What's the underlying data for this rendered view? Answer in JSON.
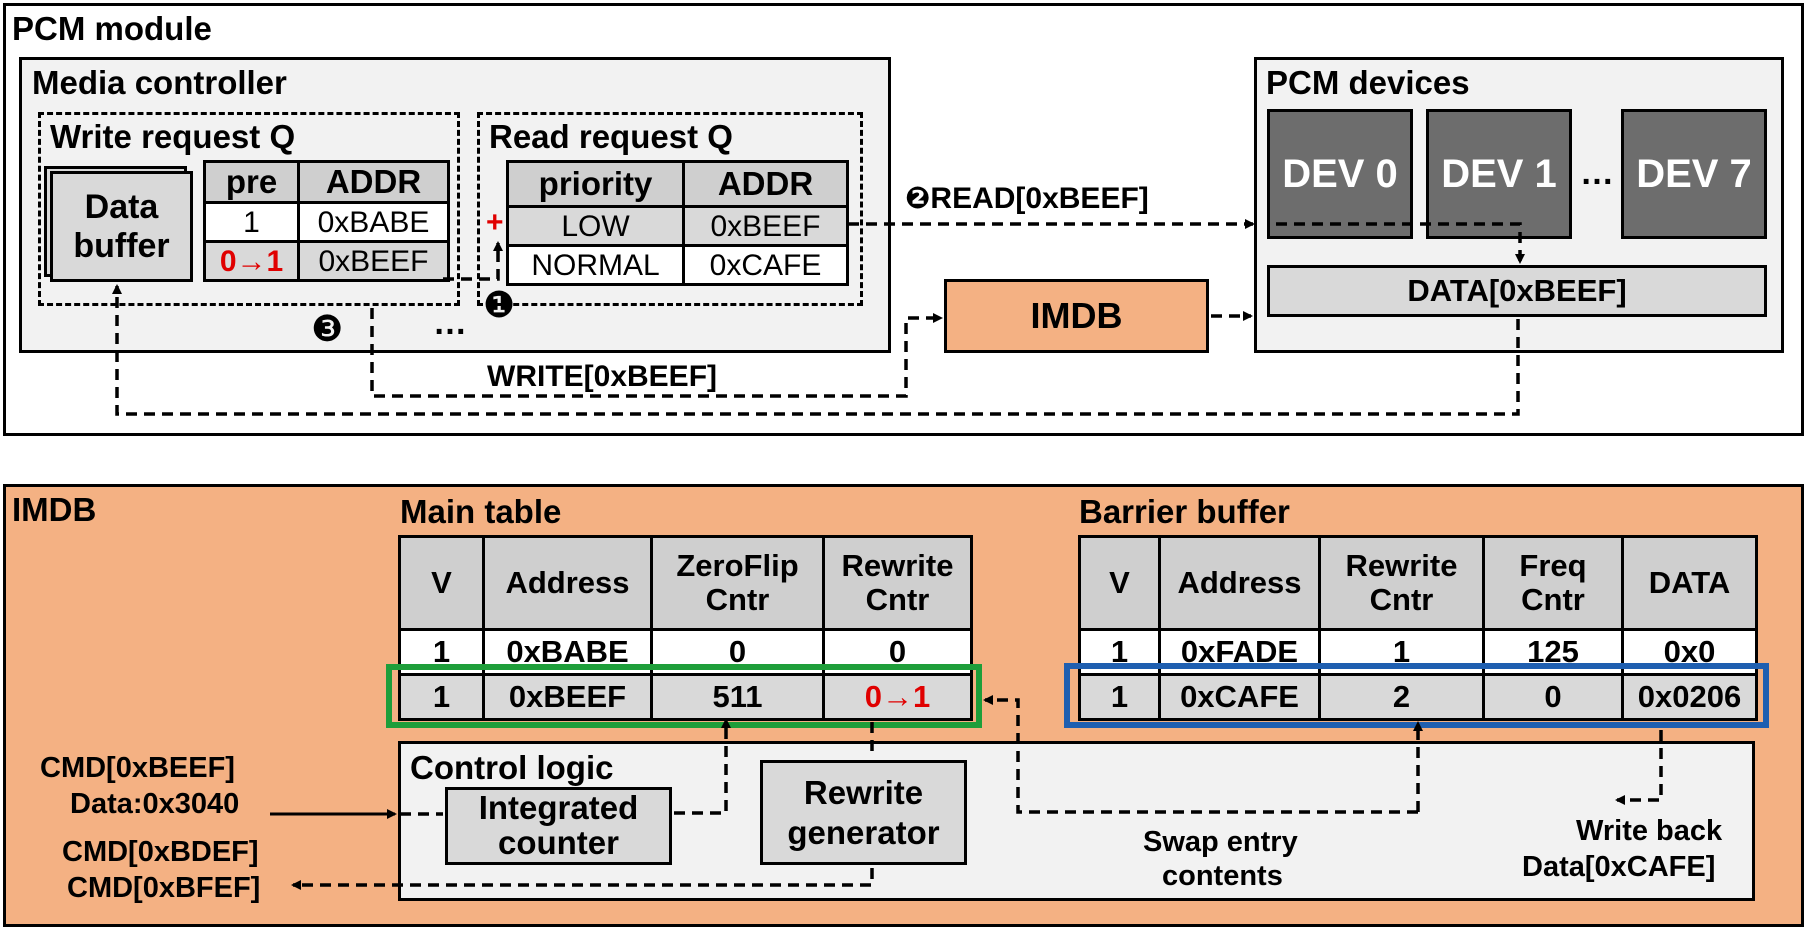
{
  "pcm_module": {
    "title": "PCM module",
    "media_controller": {
      "title": "Media controller",
      "write_q": {
        "title": "Write request Q",
        "data_buffer": "Data buffer",
        "headers": [
          "pre",
          "ADDR"
        ],
        "rows": [
          [
            "1",
            "0xBABE"
          ],
          [
            "0→1",
            "0xBEEF"
          ]
        ]
      },
      "read_q": {
        "title": "Read request Q",
        "headers": [
          "priority",
          "ADDR"
        ],
        "rows": [
          [
            "LOW",
            "0xBEEF"
          ],
          [
            "NORMAL",
            "0xCAFE"
          ]
        ],
        "plus": "+"
      },
      "ellipsis": "…"
    },
    "pcm_devices": {
      "title": "PCM devices",
      "devices": [
        "DEV 0",
        "DEV 1",
        "DEV 7"
      ],
      "dots": "…",
      "data_bar": "DATA[0xBEEF]"
    },
    "imdb_box": "IMDB",
    "step1": "❶",
    "step2_read": "❷READ[0xBEEF]",
    "step3": "❸",
    "write_label": "WRITE[0xBEEF]"
  },
  "imdb": {
    "title": "IMDB",
    "main_table": {
      "title": "Main table",
      "headers": [
        "V",
        "Address",
        "ZeroFlip Cntr",
        "Rewrite Cntr"
      ],
      "rows": [
        [
          "1",
          "0xBABE",
          "0",
          "0"
        ],
        [
          "1",
          "0xBEEF",
          "511",
          "0→1"
        ]
      ]
    },
    "barrier_buffer": {
      "title": "Barrier buffer",
      "headers": [
        "V",
        "Address",
        "Rewrite Cntr",
        "Freq Cntr",
        "DATA"
      ],
      "rows": [
        [
          "1",
          "0xFADE",
          "1",
          "125",
          "0x0"
        ],
        [
          "1",
          "0xCAFE",
          "2",
          "0",
          "0x0206"
        ]
      ]
    },
    "control_logic": {
      "title": "Control logic",
      "integrated_counter": "Integrated counter",
      "rewrite_generator": "Rewrite generator"
    },
    "cmd_in": [
      "CMD[0xBEEF]",
      "Data:0x3040"
    ],
    "cmd_out": [
      "CMD[0xBDEF]",
      "CMD[0xBFEF]"
    ],
    "swap": [
      "Swap entry",
      "contents"
    ],
    "write_back": [
      "Write back",
      "Data[0xCAFE]"
    ]
  },
  "colors": {
    "imdb_bg": "#f4b183",
    "green": "#1e9e3a",
    "blue": "#1f5fb0",
    "red": "#e00000",
    "device": "#6d6d6d"
  }
}
